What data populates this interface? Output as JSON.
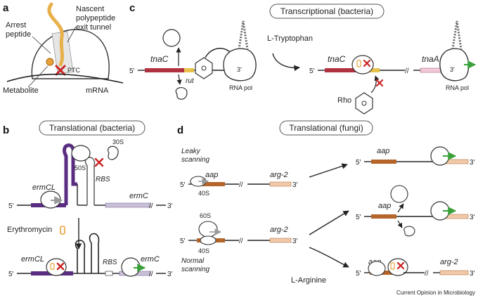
{
  "panels": {
    "a": {
      "letter": "a",
      "arrest_peptide": [
        "Arrest",
        "peptide"
      ],
      "tunnel": [
        "Nascent",
        "polypeptide",
        "exit tunnel"
      ],
      "ptc": "PTC",
      "metabolite": "Metabolite",
      "mrna": "mRNA"
    },
    "b": {
      "letter": "b",
      "title": "Translational (bacteria)",
      "s30": "30S",
      "s50": "50S",
      "rbs": "RBS",
      "ermcl": "ermCL",
      "ermc": "ermC",
      "five": "5'",
      "three": "3'",
      "erythromycin": "Erythromycin"
    },
    "c": {
      "letter": "c",
      "title": "Transcriptional (bacteria)",
      "tnac": "tnaC",
      "rut": "rut",
      "rnapol": "RNA pol",
      "ltrp": "L-Tryptophan",
      "tnaa": "tnaA",
      "rho": "Rho",
      "five": "5'",
      "three": "3'"
    },
    "d": {
      "letter": "d",
      "title": "Translational (fungi)",
      "leaky": [
        "Leaky",
        "scanning"
      ],
      "normal": [
        "Normal",
        "scanning"
      ],
      "aap": "aap",
      "arg2": "arg-2",
      "s40": "40S",
      "s60": "60S",
      "larg": "L-Arginine",
      "five": "5'",
      "three": "3'"
    }
  },
  "credit": "Current Opinion in Microbiology",
  "colors": {
    "tnac": "#b0313f",
    "ermcl": "#5a2d82",
    "ermc_bar": "#c9bfd6",
    "aap": "#b5652a",
    "arg2": "#f2c9a8",
    "peptide": "#e8b04a",
    "block": "#cc2222",
    "go": "#3aa03a"
  }
}
